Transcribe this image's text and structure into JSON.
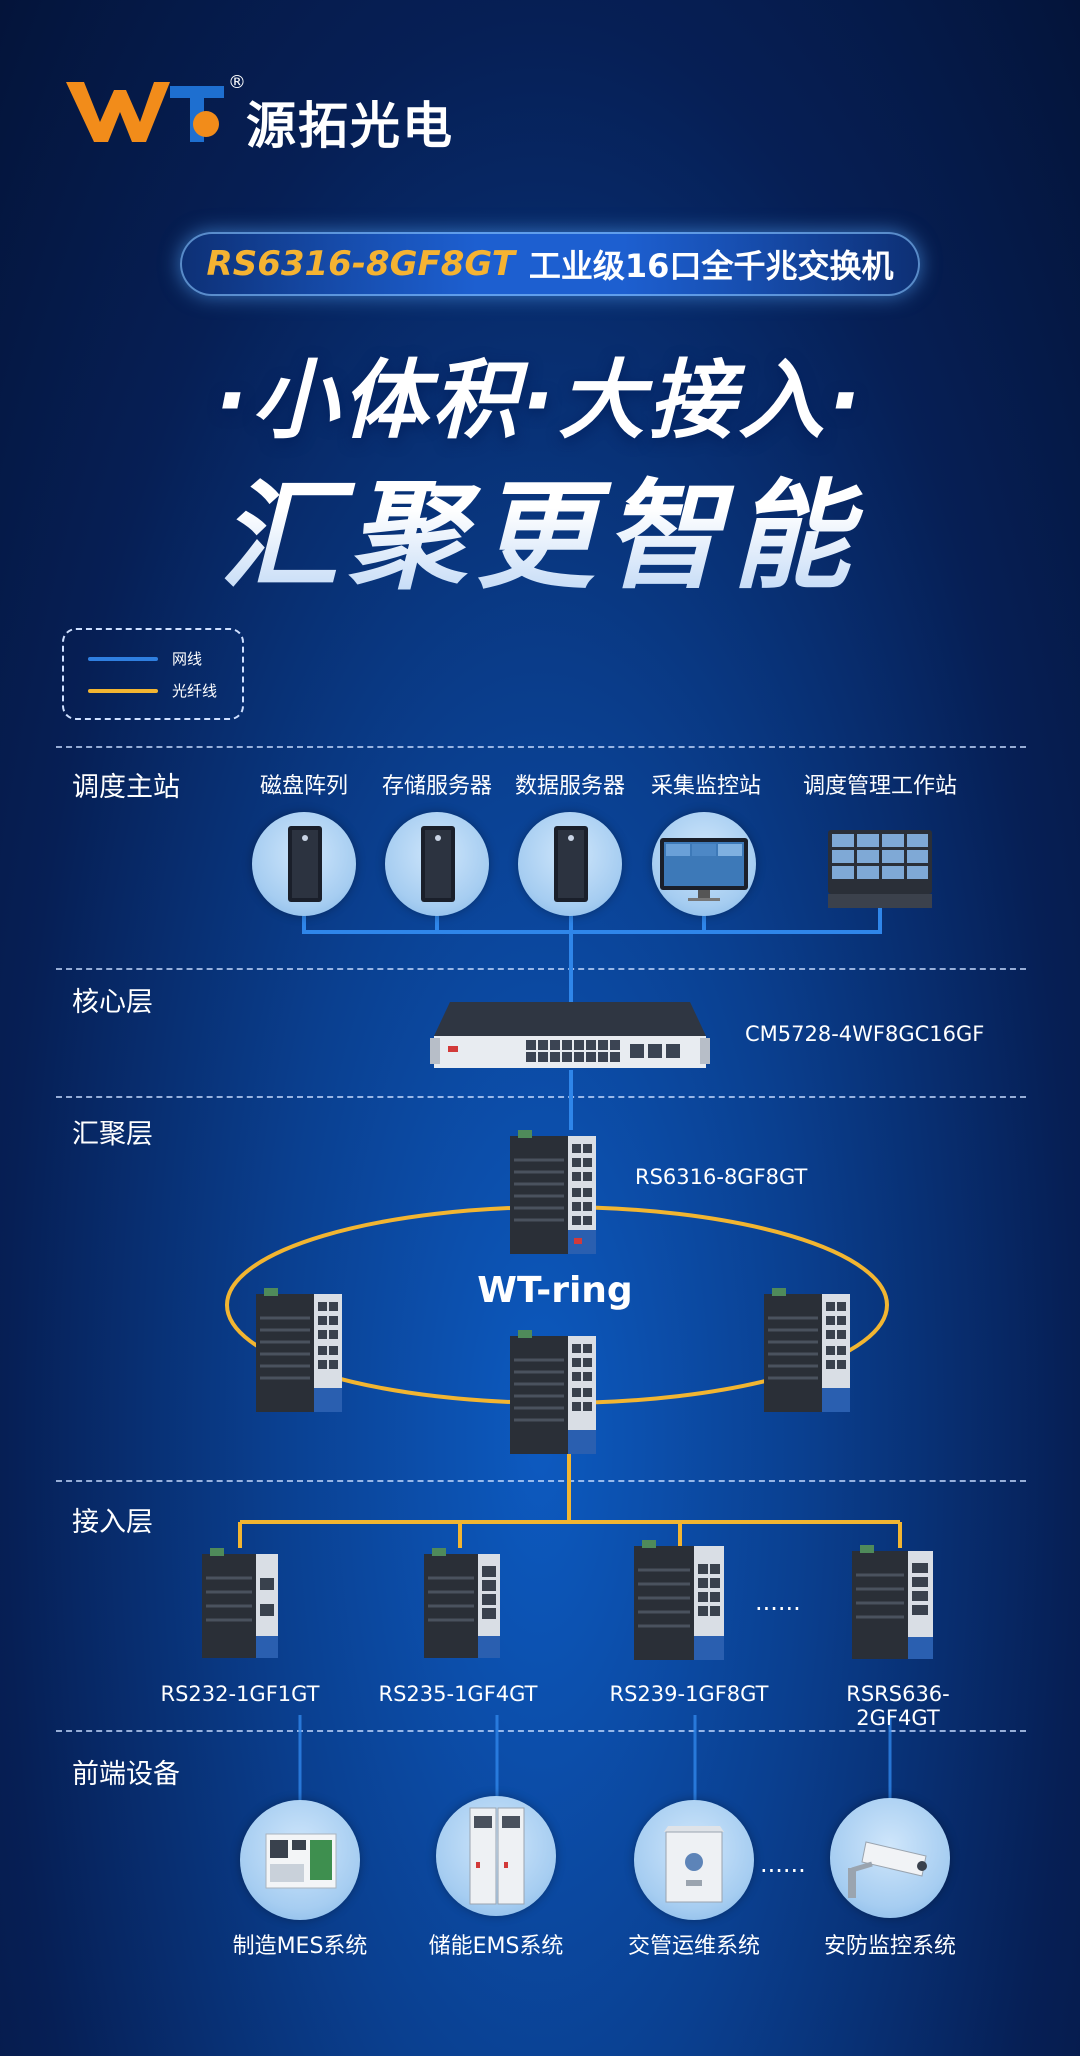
{
  "brand": {
    "name": "源拓光电",
    "reg_mark": "®",
    "logo_icon": "wt-logo-icon",
    "colors": {
      "orange": "#f28c1a",
      "blue": "#1e6fd0"
    }
  },
  "banner": {
    "model": "RS6316-8GF8GT",
    "description": "工业级16口全千兆交换机"
  },
  "headline": {
    "line1": "·小体积·大接入·",
    "line2": "汇聚更智能"
  },
  "legend": {
    "items": [
      {
        "label": "网线",
        "color": "#2f7fe0"
      },
      {
        "label": "光纤线",
        "color": "#f2b531"
      }
    ]
  },
  "layers": {
    "dispatch": {
      "title": "调度主站",
      "devices": [
        {
          "label": "磁盘阵列",
          "icon": "tower-pc-icon"
        },
        {
          "label": "存储服务器",
          "icon": "tower-pc-icon"
        },
        {
          "label": "数据服务器",
          "icon": "tower-pc-icon"
        },
        {
          "label": "采集监控站",
          "icon": "monitor-icon"
        },
        {
          "label": "调度管理工作站",
          "icon": "video-wall-icon"
        }
      ]
    },
    "core": {
      "title": "核心层",
      "device": {
        "model": "CM5728-4WF8GC16GF",
        "icon": "rack-switch-icon"
      }
    },
    "aggregation": {
      "title": "汇聚层",
      "device": {
        "model": "RS6316-8GF8GT",
        "icon": "din-switch-icon"
      },
      "ring_label": "WT-ring"
    },
    "access": {
      "title": "接入层",
      "devices": [
        {
          "model": "RS232-1GF1GT",
          "icon": "din-switch-icon"
        },
        {
          "model": "RS235-1GF4GT",
          "icon": "din-switch-icon"
        },
        {
          "model": "RS239-1GF8GT",
          "icon": "din-switch-icon"
        },
        {
          "model": "RSRS636-2GF4GT",
          "icon": "din-switch-icon"
        }
      ],
      "ellipsis": "......"
    },
    "frontend": {
      "title": "前端设备",
      "devices": [
        {
          "label": "制造MES系统",
          "icon": "plc-module-icon"
        },
        {
          "label": "储能EMS系统",
          "icon": "power-cabinet-icon"
        },
        {
          "label": "交管运维系统",
          "icon": "outdoor-cabinet-icon"
        },
        {
          "label": "安防监控系统",
          "icon": "security-camera-icon"
        }
      ],
      "ellipsis": "......"
    }
  }
}
